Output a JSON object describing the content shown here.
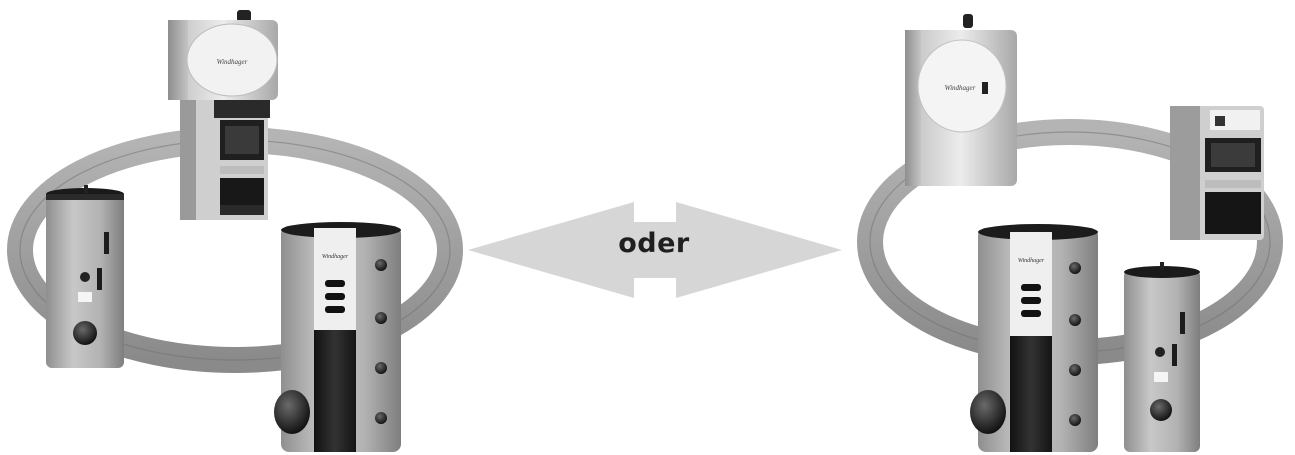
{
  "center_arrow": {
    "label": "oder"
  },
  "brand": {
    "name": "Windhager"
  },
  "colors": {
    "ring": "#9c9c9c",
    "ring_dark": "#7a7a7a",
    "arrow": "#d4d4d4",
    "tank_body": "#b9b9b9",
    "tank_dark": "#262626",
    "boiler_front": "#e9e9e9",
    "boiler_shadow": "#8a8a8a"
  },
  "systems": [
    {
      "id": "left-system"
    },
    {
      "id": "right-system"
    }
  ]
}
